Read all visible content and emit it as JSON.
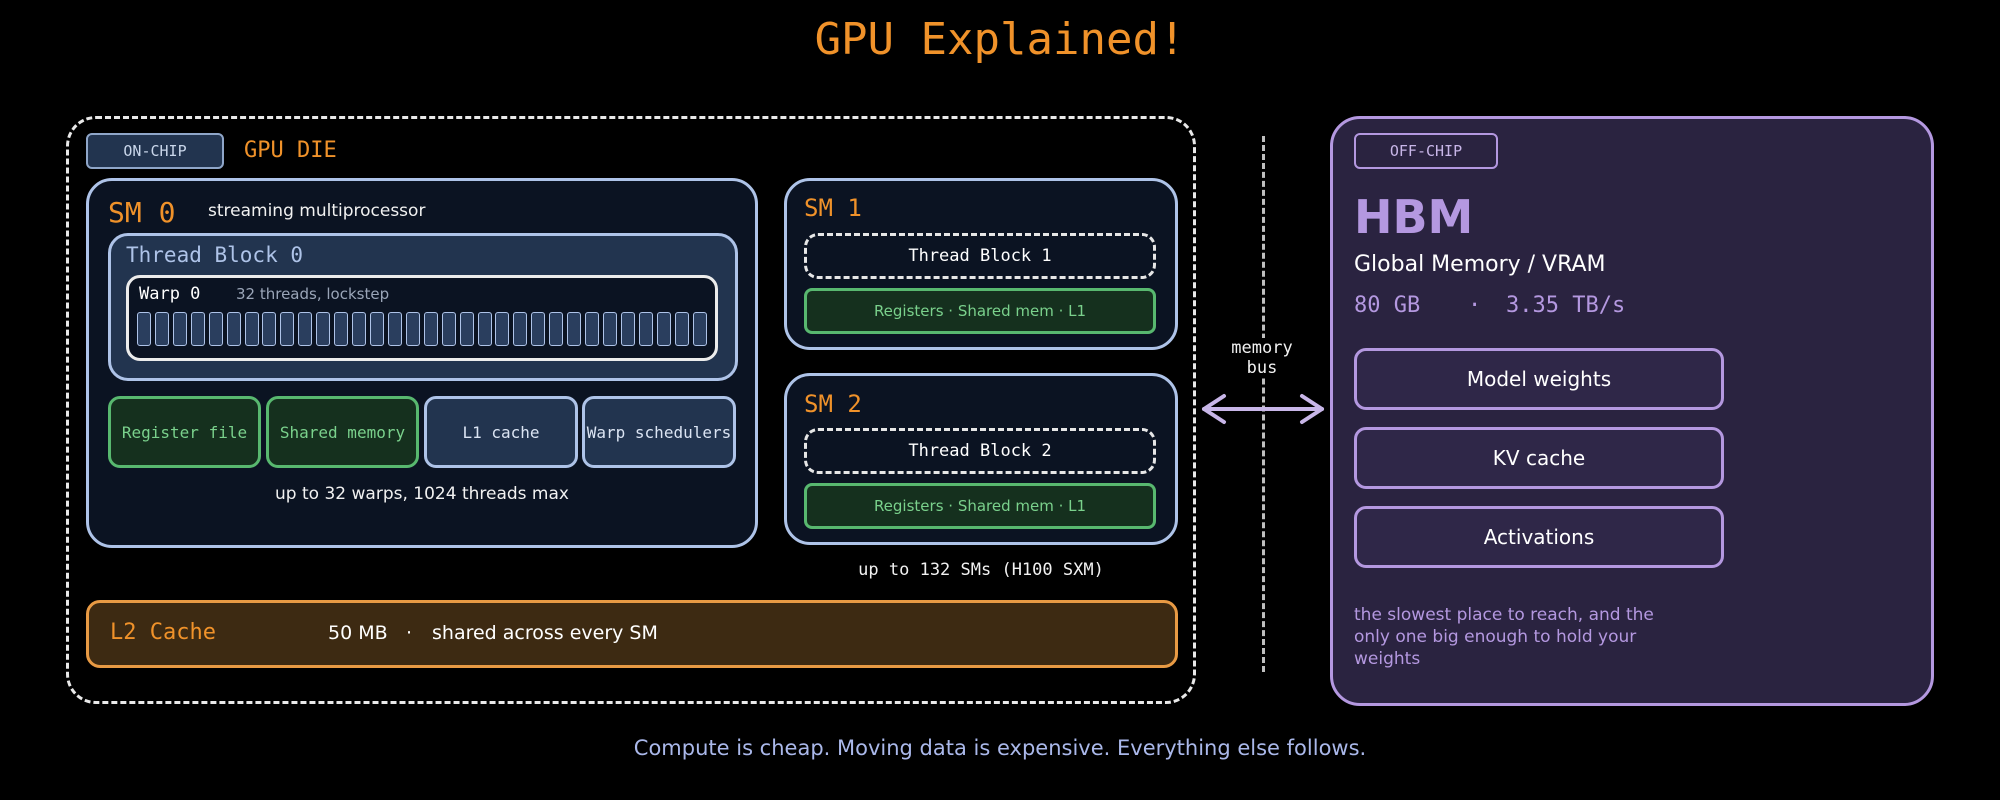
{
  "title": "GPU Explained!",
  "gpu_die": {
    "tag": "ON-CHIP",
    "label": "GPU DIE",
    "sm0": {
      "title": "SM 0",
      "description": "streaming multiprocessor",
      "thread_block": {
        "title": "Thread Block 0",
        "warp": {
          "title": "Warp 0",
          "description": "32 threads, lockstep",
          "thread_count": 32
        }
      },
      "resources": [
        "Register file",
        "Shared memory",
        "L1 cache",
        "Warp schedulers"
      ],
      "footnote": "up to 32 warps, 1024 threads max"
    },
    "sm1": {
      "title": "SM 1",
      "thread_block": "Thread Block 1",
      "strip": "Registers · Shared mem · L1"
    },
    "sm2": {
      "title": "SM 2",
      "thread_block": "Thread Block 2",
      "strip": "Registers · Shared mem · L1"
    },
    "sm_footnote": "up to 132 SMs (H100 SXM)",
    "l2": {
      "title": "L2 Cache",
      "size": "50 MB",
      "separator": "·",
      "description": "shared across every SM"
    }
  },
  "bus": {
    "label": "memory bus"
  },
  "hbm": {
    "tag": "OFF-CHIP",
    "title": "HBM",
    "subtitle": "Global Memory / VRAM",
    "capacity": "80 GB",
    "separator": "·",
    "bandwidth": "3.35 TB/s",
    "items": [
      "Model weights",
      "KV cache",
      "Activations"
    ],
    "note": "the slowest place to reach, and the only one big enough to hold your weights"
  },
  "footer": "Compute is cheap. Moving data is expensive. Everything else follows.",
  "colors": {
    "accent_orange": "#f0922a",
    "sm_blue": "#aec3e8",
    "resource_green": "#58b86f",
    "hbm_purple": "#b498e0",
    "l2_orange": "#e89a44"
  }
}
